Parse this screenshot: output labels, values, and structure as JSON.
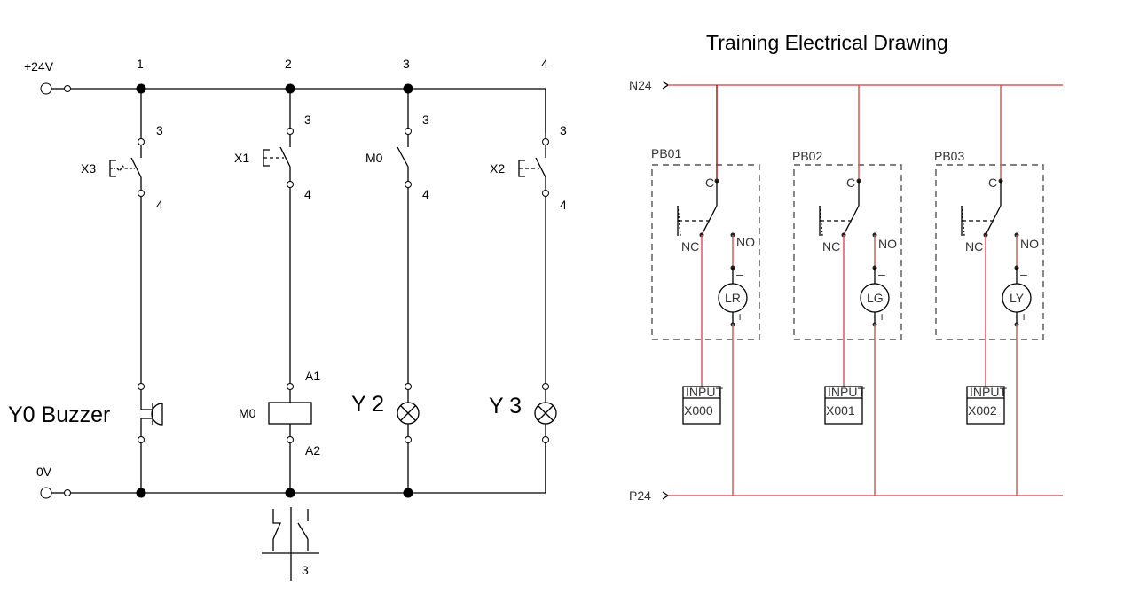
{
  "title": "Training Electrical Drawing",
  "ladder": {
    "supply_top": "+24V",
    "supply_bottom": "0V",
    "rung_numbers": [
      "1",
      "2",
      "3",
      "4"
    ],
    "rungs": [
      {
        "contact_label": "X3",
        "contact_type": "push-button-NO",
        "term_top": "3",
        "term_bottom": "4",
        "load_label": "Y0  Buzzer",
        "load_type": "buzzer"
      },
      {
        "contact_label": "X1",
        "contact_type": "push-button-NO",
        "term_top": "3",
        "term_bottom": "4",
        "load_label": "M0",
        "load_type": "relay-coil",
        "coil_top": "A1",
        "coil_bottom": "A2"
      },
      {
        "contact_label": "M0",
        "contact_type": "relay-contact-NO",
        "term_top": "3",
        "term_bottom": "4",
        "load_label": "Y 2",
        "load_type": "lamp"
      },
      {
        "contact_label": "X2",
        "contact_type": "push-button-NO",
        "term_top": "3",
        "term_bottom": "4",
        "load_label": "Y 3",
        "load_type": "lamp"
      }
    ],
    "relay_contacts_ref": "3"
  },
  "wiring": {
    "rail_top": "N24",
    "rail_bottom": "P24",
    "wire_color": "#d65c5c",
    "buttons": [
      {
        "name": "PB01",
        "common": "C",
        "nc": "NC",
        "no": "NO",
        "lamp": "LR",
        "minus": "–",
        "plus": "+",
        "input_header": "INPUT",
        "input_addr": "X000"
      },
      {
        "name": "PB02",
        "common": "C",
        "nc": "NC",
        "no": "NO",
        "lamp": "LG",
        "minus": "–",
        "plus": "+",
        "input_header": "INPUT",
        "input_addr": "X001"
      },
      {
        "name": "PB03",
        "common": "C",
        "nc": "NC",
        "no": "NO",
        "lamp": "LY",
        "minus": "–",
        "plus": "+",
        "input_header": "INPUT",
        "input_addr": "X002"
      }
    ]
  }
}
